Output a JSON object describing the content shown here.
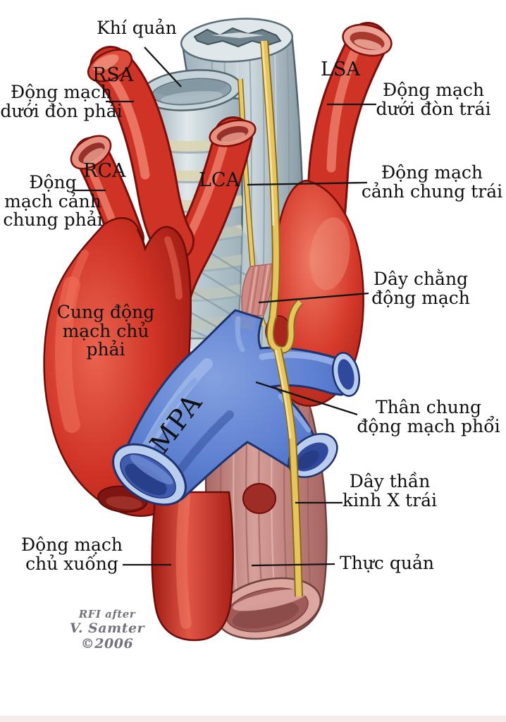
{
  "figure": {
    "title_none": "",
    "labels": {
      "trachea": "Khí quản",
      "rsa": "RSA",
      "right_subclavian": [
        "Động mạch",
        "dưới đòn phải"
      ],
      "lsa": "LSA",
      "left_subclavian": [
        "Động mạch",
        "dưới đòn trái"
      ],
      "rca": "RCA",
      "right_common_carotid": [
        "Động",
        "mạch cảnh",
        "chung phải"
      ],
      "lca": "LCA",
      "left_common_carotid": [
        "Động mạch",
        "cảnh chung trái"
      ],
      "ligamentum_arteriosum": [
        "Dây chằng",
        "động mạch"
      ],
      "right_aortic_arch": [
        "Cung động",
        "mạch chủ",
        "phải"
      ],
      "mpa": "MPA",
      "pulmonary_trunk": [
        "Thân chung",
        "động mạch phổi"
      ],
      "left_vagus_nerve": [
        "Dây thần",
        "kinh X trái"
      ],
      "descending_aorta": [
        "Động mạch",
        "chủ xuống"
      ],
      "esophagus": "Thực quản"
    },
    "signature": [
      "RFI after",
      "V. Samter",
      "©2006"
    ],
    "colors": {
      "artery_red": "#cf3325",
      "artery_dark": "#7a0f0b",
      "pulmonary_blue": "#5b7ed0",
      "pulmonary_dark": "#1e336e",
      "trachea_gray": "#c6d3d9",
      "nerve_yellow": "#e6c45e",
      "esophagus_pink": "#cf8f8a",
      "label_text": "#111111",
      "signature_gray": "#73737d",
      "leader_line": "#151515",
      "background": "#ffffff"
    }
  }
}
